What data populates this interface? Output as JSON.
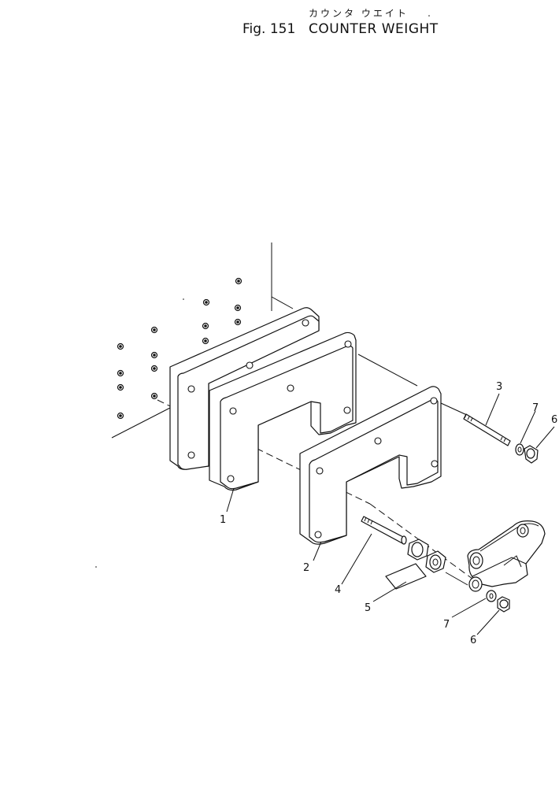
{
  "title": {
    "japanese": "カウンタ ウエイト",
    "figure_number": "Fig. 151",
    "name": "COUNTER WEIGHT"
  },
  "callouts": [
    {
      "id": "c1",
      "label": "1"
    },
    {
      "id": "c2",
      "label": "2"
    },
    {
      "id": "c3",
      "label": "3"
    },
    {
      "id": "c4",
      "label": "4"
    },
    {
      "id": "c5",
      "label": "5"
    },
    {
      "id": "c6a",
      "label": "6"
    },
    {
      "id": "c6b",
      "label": "6"
    },
    {
      "id": "c7a",
      "label": "7"
    },
    {
      "id": "c7b",
      "label": "7"
    }
  ]
}
